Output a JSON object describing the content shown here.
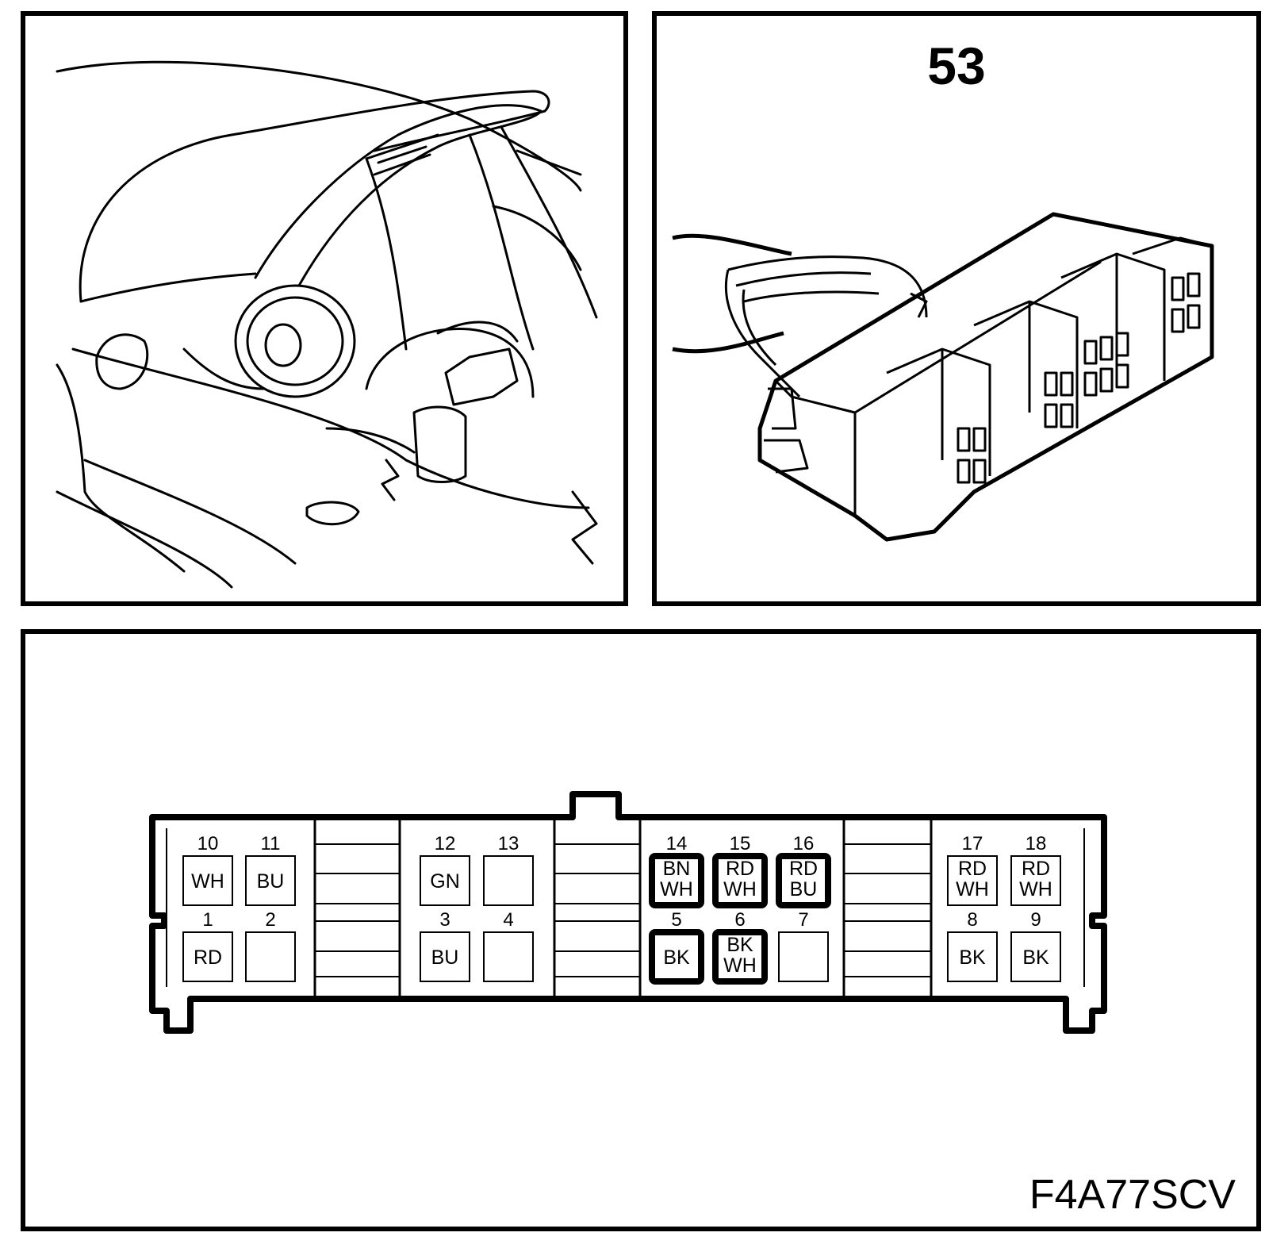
{
  "connector": {
    "number": "53",
    "diagram_code": "F4A77SCV",
    "pins": [
      {
        "num": "10",
        "color": [
          "WH"
        ],
        "highlight": false
      },
      {
        "num": "11",
        "color": [
          "BU"
        ],
        "highlight": false
      },
      {
        "num": "1",
        "color": [
          "RD"
        ],
        "highlight": false
      },
      {
        "num": "2",
        "color": [],
        "highlight": false
      },
      {
        "num": "12",
        "color": [
          "GN"
        ],
        "highlight": false
      },
      {
        "num": "13",
        "color": [],
        "highlight": false
      },
      {
        "num": "3",
        "color": [
          "BU"
        ],
        "highlight": false
      },
      {
        "num": "4",
        "color": [],
        "highlight": false
      },
      {
        "num": "14",
        "color": [
          "BN",
          "WH"
        ],
        "highlight": true
      },
      {
        "num": "15",
        "color": [
          "RD",
          "WH"
        ],
        "highlight": true
      },
      {
        "num": "16",
        "color": [
          "RD",
          "BU"
        ],
        "highlight": true
      },
      {
        "num": "5",
        "color": [
          "BK"
        ],
        "highlight": true
      },
      {
        "num": "6",
        "color": [
          "BK",
          "WH"
        ],
        "highlight": true
      },
      {
        "num": "7",
        "color": [],
        "highlight": false
      },
      {
        "num": "17",
        "color": [
          "RD",
          "WH"
        ],
        "highlight": false
      },
      {
        "num": "18",
        "color": [
          "RD",
          "WH"
        ],
        "highlight": false
      },
      {
        "num": "8",
        "color": [
          "BK"
        ],
        "highlight": false
      },
      {
        "num": "9",
        "color": [
          "BK"
        ],
        "highlight": false
      }
    ]
  }
}
